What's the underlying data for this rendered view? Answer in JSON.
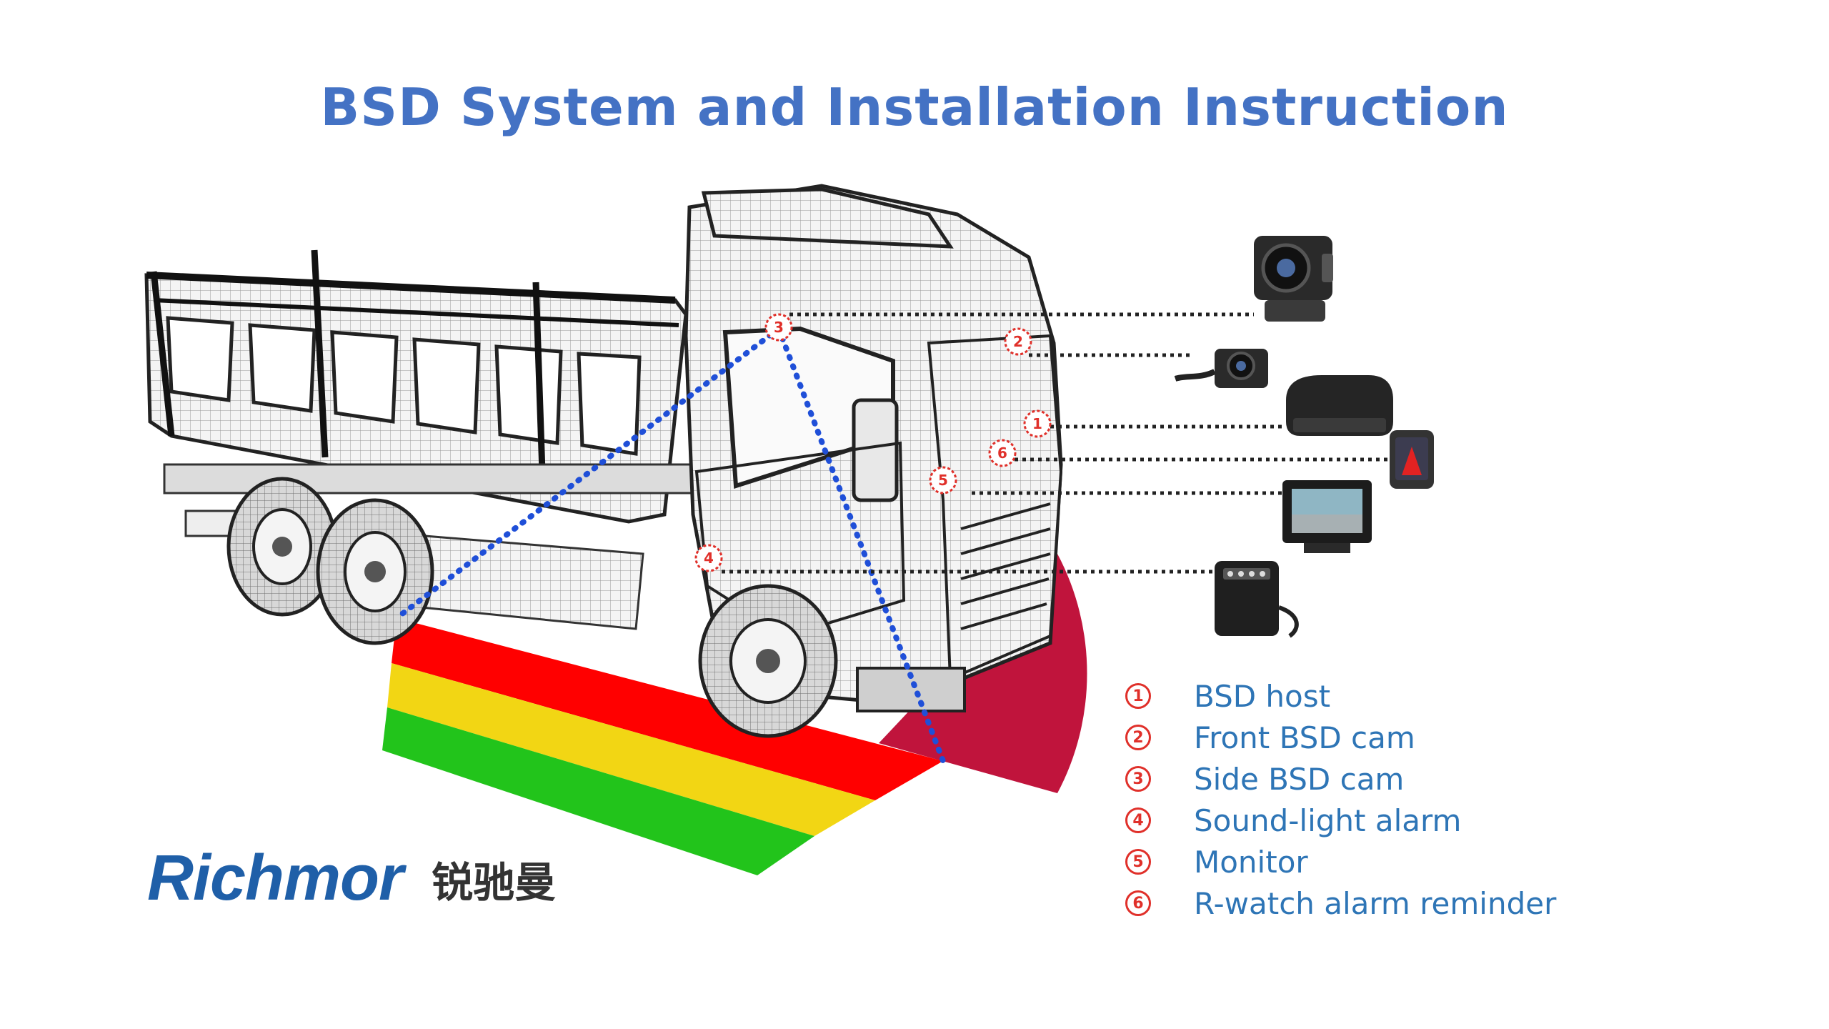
{
  "title": "BSD System and Installation Instruction",
  "legend": [
    {
      "num": "1",
      "label": "BSD host"
    },
    {
      "num": "2",
      "label": "Front BSD cam"
    },
    {
      "num": "3",
      "label": "Side BSD cam"
    },
    {
      "num": "4",
      "label": "Sound-light alarm"
    },
    {
      "num": "5",
      "label": "Monitor"
    },
    {
      "num": "6",
      "label": "R-watch alarm reminder"
    }
  ],
  "callouts": [
    "3",
    "2",
    "1",
    "6",
    "5",
    "4"
  ],
  "logo": {
    "name_en": "Richmor",
    "name_cn": "锐驰曼"
  },
  "colors": {
    "title": "#4472c4",
    "legend_text": "#2e75b6",
    "callout": "#e0302a",
    "zone_red": "#ff0000",
    "zone_yellow": "#f2d614",
    "zone_green": "#22c41b",
    "front_zone": "#c0143c",
    "sight_lines": "#1f4fd8",
    "logo": "#1f5fa8"
  },
  "devices": [
    {
      "name": "side-camera",
      "icon": "camera-icon"
    },
    {
      "name": "front-camera",
      "icon": "mini-camera-icon"
    },
    {
      "name": "bsd-host",
      "icon": "host-box-icon"
    },
    {
      "name": "r-watch",
      "icon": "watch-icon"
    },
    {
      "name": "monitor",
      "icon": "monitor-icon"
    },
    {
      "name": "sound-light-alarm",
      "icon": "alarm-icon"
    }
  ]
}
